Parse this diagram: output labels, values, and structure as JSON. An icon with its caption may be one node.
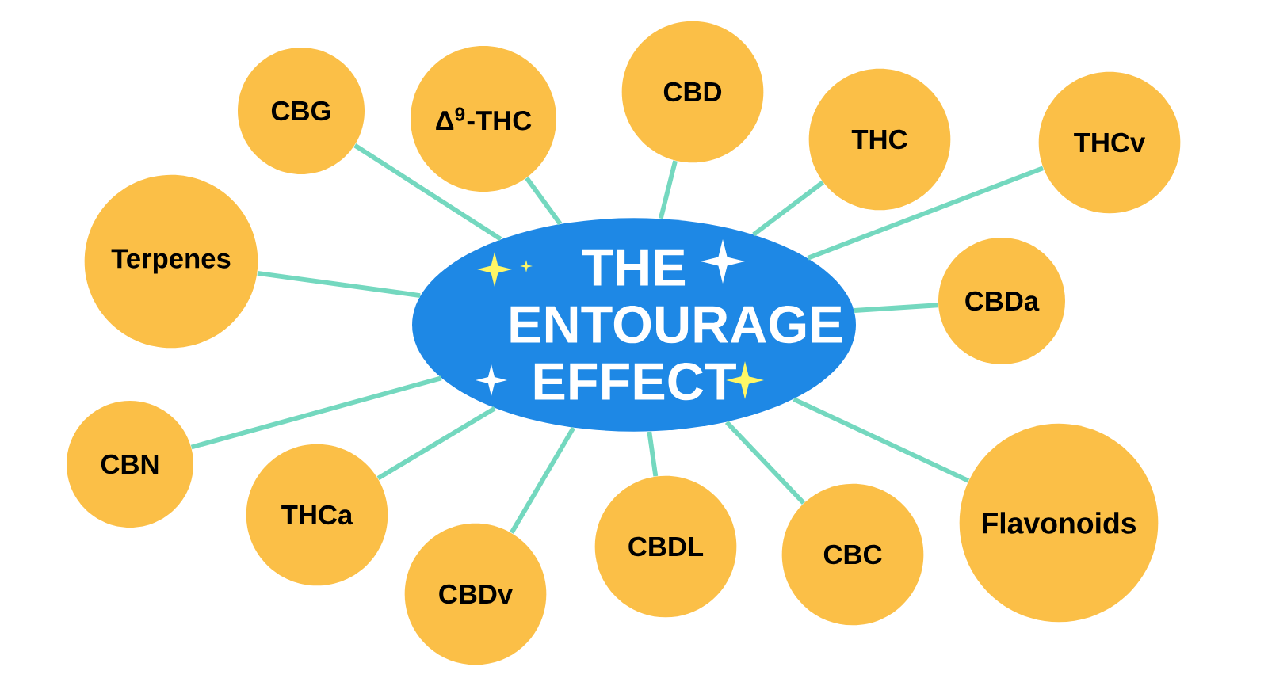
{
  "diagram": {
    "nodes": [
      {
        "text": [
          "THE ENTOURAGE EFFECT"
        ]
      },
      {
        "text": [
          "CBG"
        ]
      },
      {
        "text": [
          "Δ$^{9}$-THC"
        ]
      },
      {
        "text": [
          "CBD"
        ]
      },
      {
        "text": [
          "THC"
        ]
      },
      {
        "text": [
          "THCv"
        ]
      },
      {
        "text": [
          "Terpenes"
        ]
      },
      {
        "text": [
          "CBDa"
        ]
      },
      {
        "text": [
          "CBN"
        ]
      },
      {
        "text": [
          "THCa"
        ]
      },
      {
        "text": [
          "CBDv"
        ]
      },
      {
        "text": [
          "CBDL"
        ]
      },
      {
        "text": [
          "CBC"
        ]
      },
      {
        "text": [
          "Flavonoids"
        ]
      }
    ],
    "edges": [
      {
        "from": 0,
        "to": 1,
        "arrow": "none"
      },
      {
        "from": 0,
        "to": 2,
        "arrow": "none"
      },
      {
        "from": 0,
        "to": 3,
        "arrow": "none"
      },
      {
        "from": 0,
        "to": 4,
        "arrow": "none"
      },
      {
        "from": 0,
        "to": 5,
        "arrow": "none"
      },
      {
        "from": 0,
        "to": 6,
        "arrow": "none"
      },
      {
        "from": 0,
        "to": 7,
        "arrow": "none"
      },
      {
        "from": 0,
        "to": 8,
        "arrow": "none"
      },
      {
        "from": 0,
        "to": 9,
        "arrow": "none"
      },
      {
        "from": 0,
        "to": 10,
        "arrow": "none"
      },
      {
        "from": 0,
        "to": 11,
        "arrow": "none"
      },
      {
        "from": 0,
        "to": 12,
        "arrow": "none"
      },
      {
        "from": 0,
        "to": 13,
        "arrow": "none"
      }
    ]
  }
}
